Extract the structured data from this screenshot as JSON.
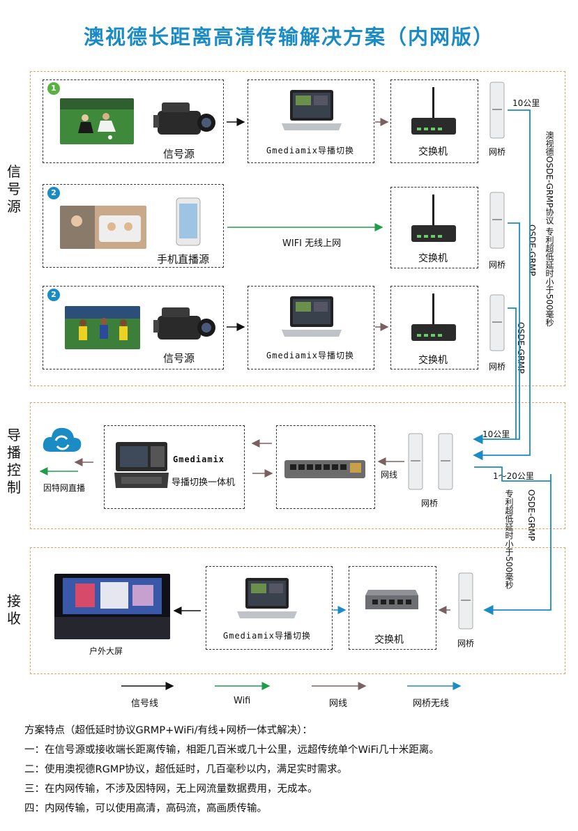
{
  "title": "澳视德长距离高清传输解决方案（内网版）",
  "colors": {
    "title": "#1b8bc4",
    "zone_border": "#f0a15a",
    "signal_line": "#111111",
    "wifi_line": "#1e9e4a",
    "network_line": "#7a6060",
    "bridge_wireless_line": "#1b8bc4"
  },
  "zones": {
    "source": {
      "label": "信号源"
    },
    "control": {
      "label": "导播控制"
    },
    "receive": {
      "label": "接收"
    }
  },
  "source": {
    "row1": {
      "badge": "1",
      "camera_label": "信号源",
      "switcher_label": "Gmediamix导播切换",
      "switch_label": "交换机",
      "bridge_label": "网桥"
    },
    "row2": {
      "badge": "2",
      "phone_label": "手机直播源",
      "wifi_label": "WIFI 无线上网",
      "switch_label": "交换机",
      "bridge_label": "网桥"
    },
    "row3": {
      "badge": "2",
      "camera_label": "信号源",
      "switcher_label": "Gmediamix导播切换",
      "switch_label": "交换机",
      "bridge_label": "网桥"
    },
    "distance_label": "10公里",
    "protocol_vertical": "澳视德OSDE-GRMP协议 专利超低延时小于500毫秒",
    "protocol_osde_1": "OSDE-GRMP",
    "protocol_osde_2": "OSDE-GRMP"
  },
  "control": {
    "internet_label": "因特网直播",
    "mixer_name": "Gmediamix",
    "mixer_label": "导播切换一体机",
    "cable_label": "网线",
    "bridge_label": "网桥",
    "distance_top": "10公里",
    "distance_bottom": "1～20公里",
    "protocol_vertical": "专利超低延时小于500毫秒",
    "protocol_osde": "OSDE-GRMP"
  },
  "receive": {
    "screen_label": "户外大屏",
    "switcher_label": "Gmediamix导播切换",
    "switch_label": "交换机",
    "bridge_label": "网桥"
  },
  "legend": [
    {
      "label": "信号线",
      "color": "#111111"
    },
    {
      "label": "Wifi",
      "color": "#1e9e4a"
    },
    {
      "label": "网线",
      "color": "#7a6060"
    },
    {
      "label": "网桥无线",
      "color": "#1b8bc4"
    }
  ],
  "notes": [
    "方案特点（超低延时协议GRMP+WiFi/有线+网桥一体式解决）：",
    "一：在信号源或接收端长距离传输，相距几百米或几十公里，远超传统单个WiFi几十米距离。",
    "二：使用澳视德RGMP协议，超低延时，几百毫秒以内，满足实时需求。",
    "三：在内网传输，不涉及因特网，无上网流量数据费用，无成本。",
    "四：内网传输，可以使用高清，高码流，高画质传输。"
  ]
}
